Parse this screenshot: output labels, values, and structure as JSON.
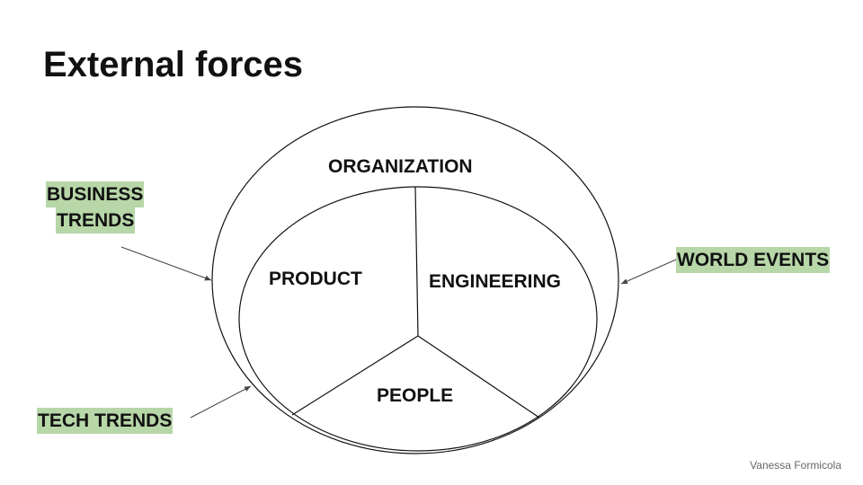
{
  "title": "External forces",
  "diagram": {
    "outer_label": "ORGANIZATION",
    "segments": [
      "PRODUCT",
      "ENGINEERING",
      "PEOPLE"
    ],
    "forces": {
      "business_line1": "BUSINESS",
      "business_line2": "TRENDS",
      "tech": "TECH TRENDS",
      "world": "WORLD EVENTS"
    },
    "highlight_color": "#b7d7a8"
  },
  "footer": "Vanessa Formicola"
}
